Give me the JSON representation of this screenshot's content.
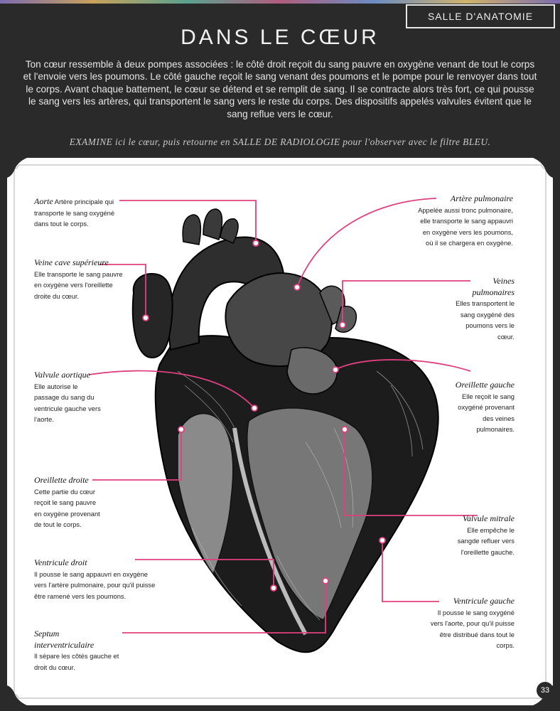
{
  "header": {
    "room_label": "SALLE D'ANATOMIE",
    "title": "DANS LE CŒUR",
    "intro": "Ton cœur ressemble à deux pompes associées : le côté droit reçoit du sang pauvre en oxygène venant de tout le corps et l'envoie vers les poumons. Le côté gauche reçoit le sang venant des poumons et le pompe pour le renvoyer dans tout le corps. Avant chaque battement, le cœur se détend et se remplit de sang. Il se contracte alors très fort, ce qui pousse le sang vers les artères, qui transportent le sang vers le reste du corps. Des dispositifs appelés valvules évitent que le sang reflue vers le cœur.",
    "instruction": "EXAMINE ici le cœur, puis retourne en SALLE DE RADIOLOGIE pour l'observer avec le filtre BLEU."
  },
  "labels": {
    "aorte": {
      "title": "Aorte",
      "text": "Artère principale qui transporte le sang oxygéné dans tout le corps."
    },
    "veine_cave": {
      "title": "Veine cave supérieure",
      "text": "Elle transporte le sang pauvre en oxygène vers l'oreillette droite du cœur."
    },
    "valvule_aortique": {
      "title": "Valvule aortique",
      "text": "Elle autorise le passage du sang du ventricule gauche vers l'aorte."
    },
    "oreillette_droite": {
      "title": "Oreillette droite",
      "text": "Cette partie du cœur reçoit le sang pauvre en oxygène provenant de tout le corps."
    },
    "ventricule_droit": {
      "title": "Ventricule droit",
      "text": "Il pousse le sang appauvri en oxygène vers l'artère pulmonaire, pour qu'il puisse être ramené vers les poumons."
    },
    "septum": {
      "title": "Septum interventriculaire",
      "text": "Il sépare les côtés gauche et droit du cœur."
    },
    "artere_pulmonaire": {
      "title": "Artère pulmonaire",
      "text": "Appelée aussi tronc pulmonaire, elle transporte le sang appauvri en oxygène vers les poumons, où il se chargera en oxygène."
    },
    "veines_pulmonaires": {
      "title": "Veines pulmonaires",
      "text": "Elles transportent le sang oxygéné des poumons vers le cœur."
    },
    "oreillette_gauche": {
      "title": "Oreillette gauche",
      "text": "Elle reçoit le sang oxygéné provenant des veines pulmonaires."
    },
    "valvule_mitrale": {
      "title": "Valvule mitrale",
      "text": "Elle empêche le sangde refluer vers l'oreillette gauche."
    },
    "ventricule_gauche": {
      "title": "Ventricule gauche",
      "text": "Il pousse le sang oxygéné vers l'aorte, pour qu'il puisse être distribué dans tout le corps."
    }
  },
  "page_number": "33",
  "colors": {
    "background": "#2b2a2a",
    "card": "#ffffff",
    "leader_lines": "#e0407f"
  }
}
